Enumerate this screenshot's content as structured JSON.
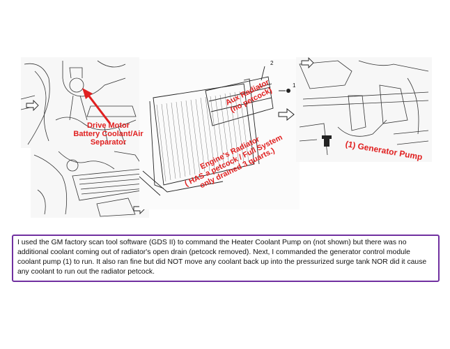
{
  "labels": {
    "drive_motor": [
      "Drive Motor",
      "Battery Coolant/Air",
      "Separator"
    ],
    "aux_radiator": [
      "Aux Radiator",
      "(no petcock)"
    ],
    "engines_radiator": [
      "Engine's  Radiator",
      "( HAS a petcock / Full System",
      "only drained 3 quarts.)"
    ],
    "generator_pump": "(1) Generator Pump"
  },
  "callouts": {
    "aux_number": "2",
    "bolt_number": "1"
  },
  "caption": "I used the GM factory scan tool software (GDS II) to command the Heater Coolant Pump on (not shown) but there was no additional coolant coming out of radiator's open drain (petcock removed).  Next, I commanded the generator control module coolant pump (1) to run.  It also ran fine but did NOT move any coolant back up into the pressurized surge tank NOR did it cause any coolant to run out the radiator petcock.",
  "colors": {
    "annotation_red": "#e02020",
    "caption_border": "#7030a0"
  },
  "icons": [
    "forward-arrow-icon",
    "red-pointer-arrow-icon"
  ]
}
